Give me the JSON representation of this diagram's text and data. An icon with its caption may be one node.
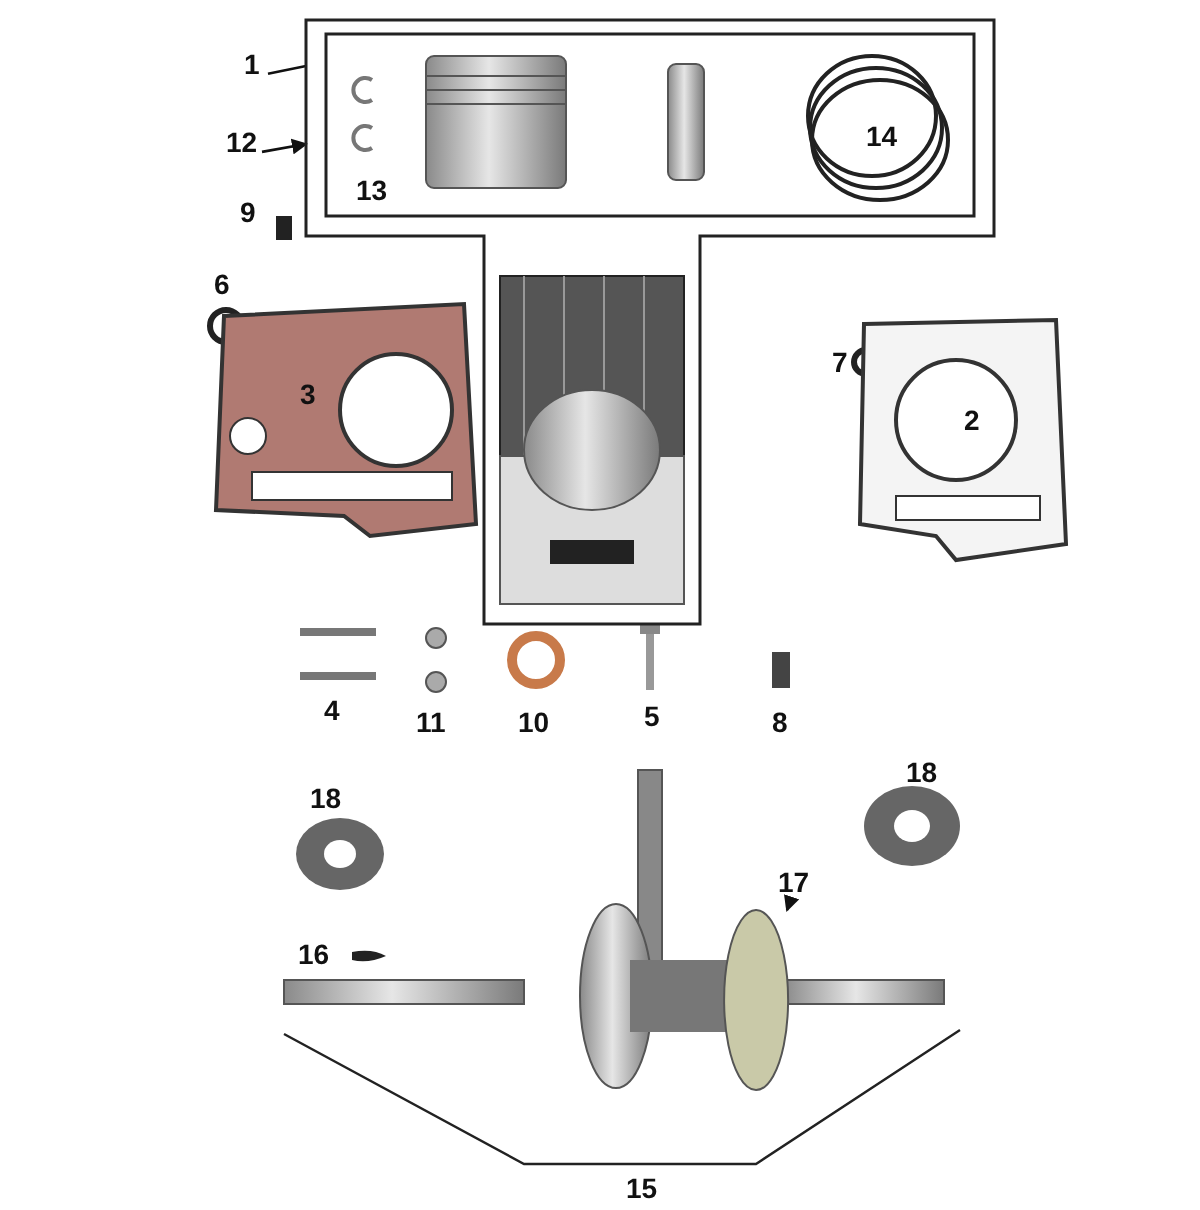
{
  "diagram": {
    "nodes": [
      {
        "text": [
          "1"
        ]
      },
      {
        "text": [],
        "shape": "box"
      },
      {
        "text": [
          "12"
        ]
      },
      {
        "text": [
          "17"
        ]
      },
      {
        "text": [],
        "shape": "circle"
      }
    ],
    "edges": [
      {
        "from": 0,
        "to": 1,
        "arrow": "none"
      },
      {
        "from": 2,
        "to": 1,
        "arrow": "to"
      },
      {
        "from": 3,
        "to": 4,
        "arrow": "to"
      }
    ],
    "labels": [
      "13",
      "14",
      "9",
      "6",
      "3",
      "7",
      "2",
      "4",
      "11",
      "10",
      "5",
      "8",
      "18",
      "18",
      "16",
      "15"
    ]
  }
}
